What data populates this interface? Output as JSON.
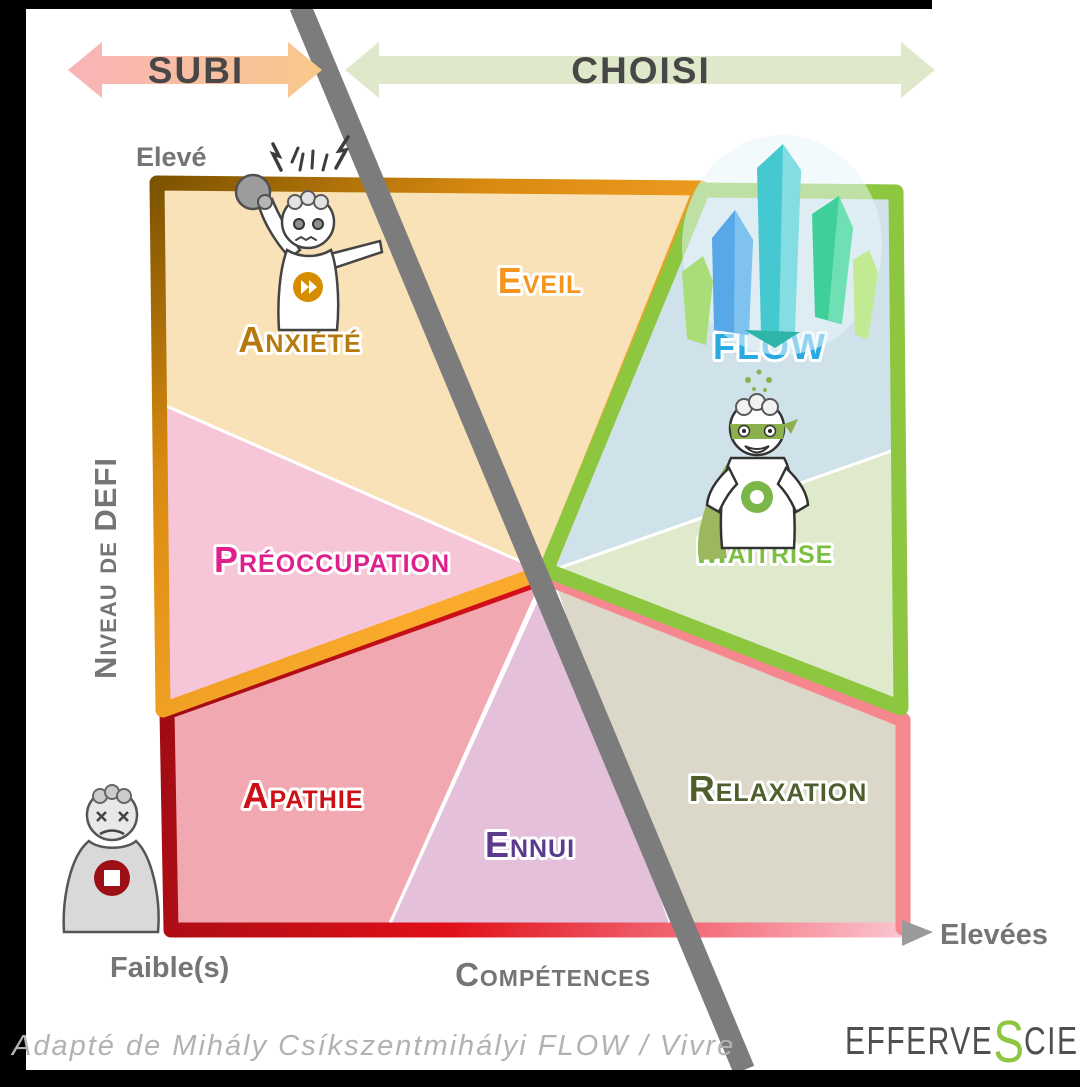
{
  "header": {
    "subi_label": "SUBI",
    "choisi_label": "CHOISI"
  },
  "axes": {
    "y_label": "Niveau de DEFI",
    "y_high": "Elevé",
    "y_low": "Faible(s)",
    "x_label": "Compétences",
    "x_high": "Elevées"
  },
  "zones": {
    "anxiete": {
      "label": "Anxiété",
      "color": "#b5790e",
      "fill": "#fae2b8"
    },
    "eveil": {
      "label": "Eveil",
      "color": "#f7941d",
      "fill": "#fae2b8"
    },
    "flow": {
      "label": "FLOW",
      "color": "#29abe2",
      "fill": "#cfe2ea"
    },
    "preoccupation": {
      "label": "Préoccupation",
      "color": "#df1f8c",
      "fill": "#f6c6d8"
    },
    "maitrise": {
      "label": "Maîtrise",
      "color": "#7cbf43",
      "fill": "#dfe9cb"
    },
    "apathie": {
      "label": "Apathie",
      "color": "#cc1015",
      "fill": "#f2a8b1"
    },
    "ennui": {
      "label": "Ennui",
      "color": "#5c3a8e",
      "fill": "#e4c0da"
    },
    "relaxation": {
      "label": "Relaxation",
      "color": "#4f5e2d",
      "fill": "#dbd8ca"
    }
  },
  "accents": {
    "frame_orange": "#f9a825",
    "frame_red": "#d6101a",
    "frame_green": "#8dc63f",
    "frame_pink": "#f7878f",
    "divider_gray": "#7c7c7c"
  },
  "icons": {
    "anxiety_badge": "fast-forward",
    "mastery_badge": "record-ring",
    "apathy_badge": "stop"
  },
  "footer": {
    "credit": "Adapté de Mihály Csíkszentmihályi FLOW / Vivre",
    "logo_part1": "EFFERVE",
    "logo_s": "S",
    "logo_part2": "CIENCE"
  }
}
